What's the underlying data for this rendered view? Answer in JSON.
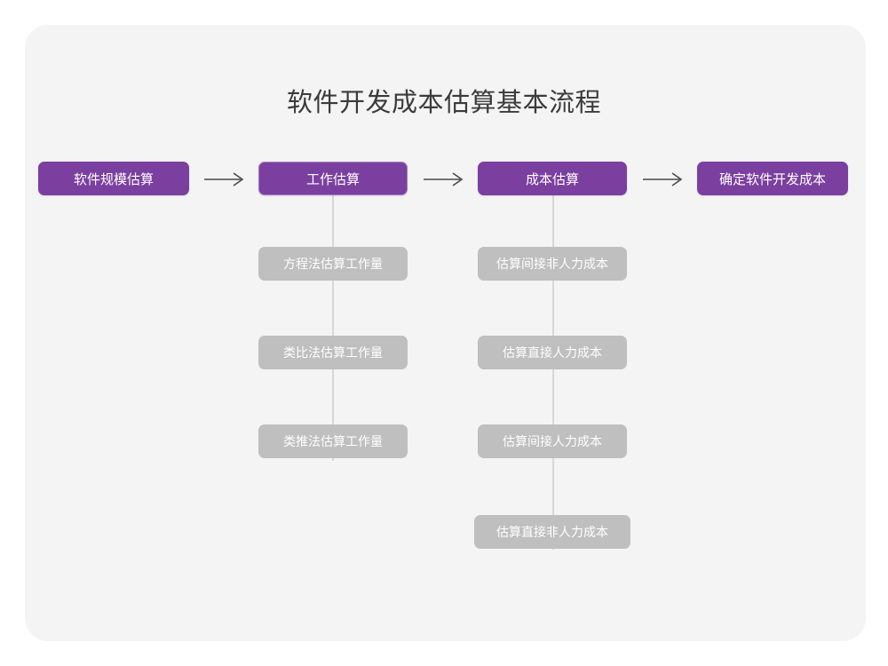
{
  "canvas": {
    "background": "#ffffff",
    "card_background": "#f4f4f5"
  },
  "diagram": {
    "type": "flowchart",
    "title": "软件开发成本估算基本流程",
    "colors": {
      "primary_node": "#7b3fa0",
      "primary_node_text": "#ffffff",
      "sub_node": "#bfbfbf",
      "sub_node_text": "#ffffff",
      "connector_line": "#d8d8d8",
      "arrow": "#4a4a4a",
      "title_text": "#3b3b3b"
    },
    "main_flow": [
      {
        "label": "软件规模估算"
      },
      {
        "label": "工作估算"
      },
      {
        "label": "成本估算"
      },
      {
        "label": "确定软件开发成本"
      }
    ],
    "arrows": [
      {
        "glyph": "long-right-arrow"
      },
      {
        "glyph": "long-right-arrow"
      },
      {
        "glyph": "long-right-arrow"
      }
    ],
    "branches": [
      {
        "parent": "工作估算",
        "children": [
          {
            "label": "方程法估算工作量"
          },
          {
            "label": "类比法估算工作量"
          },
          {
            "label": "类推法估算工作量"
          }
        ]
      },
      {
        "parent": "成本估算",
        "children": [
          {
            "label": "估算间接非人力成本"
          },
          {
            "label": "估算直接人力成本"
          },
          {
            "label": "估算间接人力成本"
          },
          {
            "label": "估算直接非人力成本"
          }
        ]
      }
    ]
  }
}
